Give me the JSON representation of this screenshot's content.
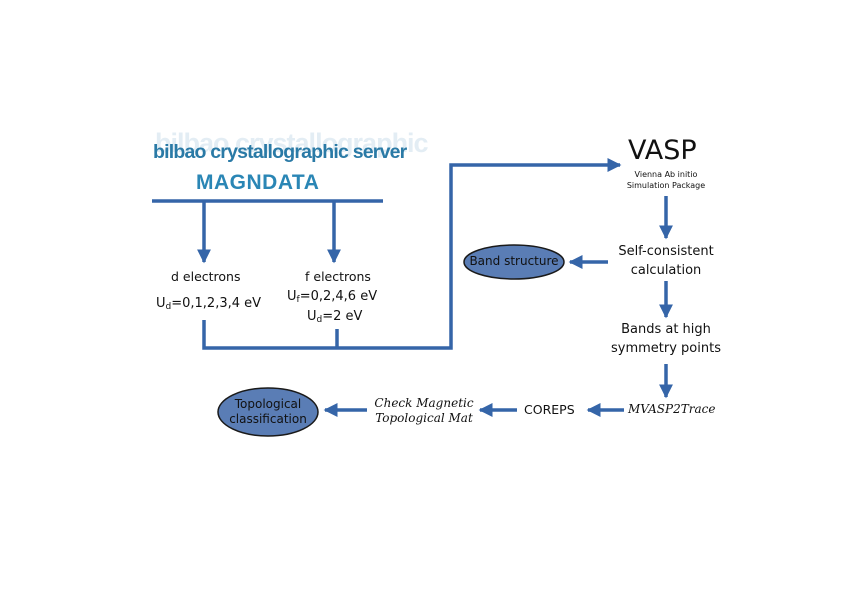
{
  "colors": {
    "arrow": "#3565a8",
    "ellipse_fill": "#5a7db5",
    "ellipse_stroke": "#1a1a1a",
    "logo": "#2a7aa6"
  },
  "logo": {
    "watermark": "bilbao crystallographic",
    "server": "bilbao crystallographic server",
    "database": "MAGNDATA"
  },
  "vasp": {
    "title": "VASP",
    "subtitle_line1": "Vienna Ab initio",
    "subtitle_line2": "Simulation Package"
  },
  "d_branch": {
    "label": "d electrons",
    "u_symbol": "U",
    "u_sub": "d",
    "u_values": "=0,1,2,3,4 eV"
  },
  "f_branch": {
    "label": "f electrons",
    "uf_symbol": "U",
    "uf_sub": "f",
    "uf_values": "=0,2,4,6 eV",
    "ud_symbol": "U",
    "ud_sub": "d",
    "ud_values": "=2 eV"
  },
  "steps": {
    "scf_line1": "Self-consistent",
    "scf_line2": "calculation",
    "bands_line1": "Bands at high",
    "bands_line2": "symmetry points",
    "mvasp": "MVASP2Trace",
    "coreps": "COREPS",
    "check_line1": "Check Magnetic",
    "check_line2": "Topological Mat"
  },
  "outputs": {
    "band_structure": "Band structure",
    "topo_line1": "Topological",
    "topo_line2": "classification"
  }
}
